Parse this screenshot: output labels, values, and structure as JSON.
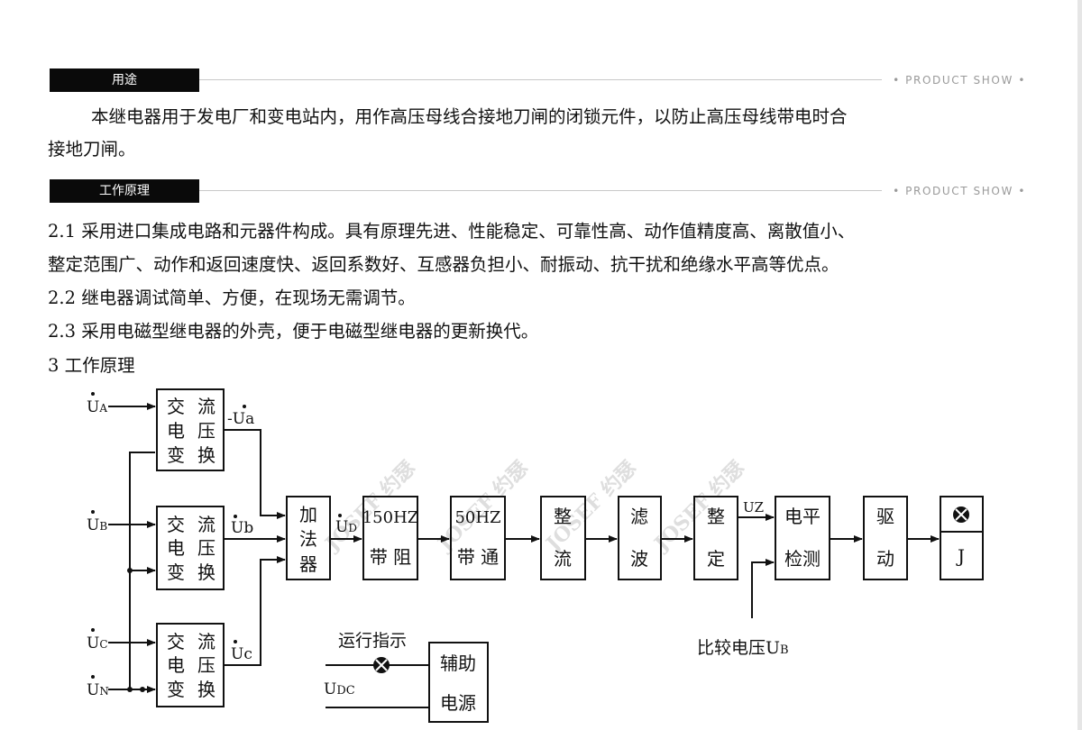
{
  "section1": {
    "tag": "用途",
    "show": "• PRODUCT SHOW •"
  },
  "usage_lines": [
    "本继电器用于发电厂和变电站内，用作高压母线合接地刀闸的闭锁元件，以防止高压母线带电时合",
    "接地刀闸。"
  ],
  "section2": {
    "tag": "工作原理",
    "show": "• PRODUCT SHOW •"
  },
  "points": [
    "2.1 采用进口集成电路和元器件构成。具有原理先进、性能稳定、可靠性高、动作值精度高、离散值小、",
    "整定范围广、动作和返回速度快、返回系数好、互感器负担小、耐振动、抗干扰和绝缘水平高等优点。",
    "2.2  继电器调试简单、方便，在现场无需调节。",
    "2.3  采用电磁型继电器的外壳，便于电磁型继电器的更新换代。",
    "3     工作原理"
  ],
  "diagram": {
    "inputs": {
      "ua": "U",
      "ua_sub": "A",
      "ub": "U",
      "ub_sub": "B",
      "uc": "U",
      "uc_sub": "C",
      "un": "U",
      "un_sub": "N"
    },
    "outputs": {
      "ua": "-Ua",
      "ub": "Ub",
      "uc": "Uc"
    },
    "transformer": [
      "交",
      "流",
      "电",
      "压",
      "变",
      "换"
    ],
    "adder": [
      "加",
      "法",
      "器"
    ],
    "ud": "U",
    "ud_sub": "D",
    "bandstop": [
      "150HZ",
      "带 阻"
    ],
    "bandpass": [
      "50HZ",
      "带 通"
    ],
    "rectifier": [
      "整",
      "流"
    ],
    "filter": [
      "滤",
      "波"
    ],
    "shaper": [
      "整",
      "定"
    ],
    "uz": "UZ",
    "level_detect": [
      "电平",
      "检测"
    ],
    "driver": [
      "驱",
      "动"
    ],
    "relay": "J",
    "compare": "比较电压",
    "compare_sub": "B",
    "compare_u": "U",
    "run_indicator": "运行指示",
    "udc": "U",
    "udc_sub": "DC",
    "aux_power": [
      "辅助",
      "电源"
    ],
    "watermark": "JOSEF 约瑟"
  },
  "colors": {
    "ink": "#111111",
    "bar": "#0a0a0a",
    "rule": "#c8c8c8",
    "show_text": "#9a9a9a"
  }
}
